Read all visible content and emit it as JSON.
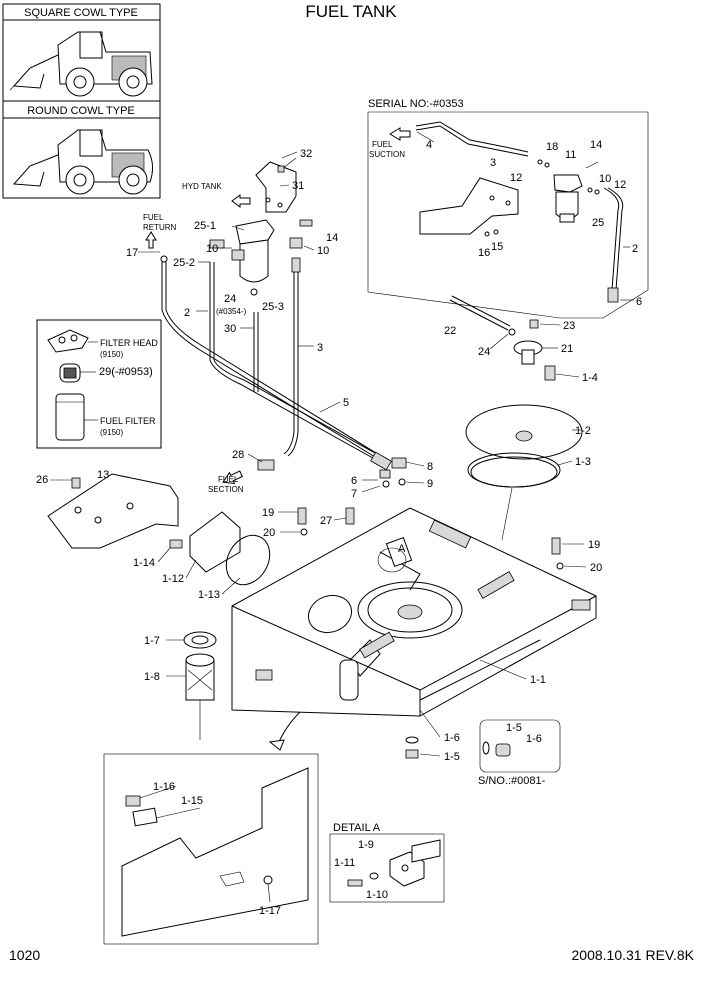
{
  "title": "FUEL TANK",
  "page_number": "1020",
  "revision": "2008.10.31  REV.8K",
  "cowl_types": {
    "square": "SQUARE COWL TYPE",
    "round": "ROUND COWL TYPE"
  },
  "serial_box": {
    "title": "SERIAL NO:-#0353",
    "fuel_suction_line1": "FUEL",
    "fuel_suction_line2": "SUCTION",
    "labels": [
      "4",
      "18",
      "11",
      "14",
      "3",
      "12",
      "10",
      "12",
      "25",
      "2",
      "15",
      "16",
      "6"
    ]
  },
  "hyd_tank": "HYD TANK",
  "fuel_return_line1": "FUEL",
  "fuel_return_line2": "RETURN",
  "fuel_section_line1": "FUEL",
  "fuel_section_line2": "SECTION",
  "serial_0354": "(#0354-)",
  "filter_box": {
    "filter_head": "FILTER HEAD",
    "filter_head_num": "(9150)",
    "item29": "29(-#0953)",
    "fuel_filter": "FUEL FILTER",
    "fuel_filter_num": "(9150)"
  },
  "detail_a": {
    "title": "DETAIL A",
    "labels": [
      "1-9",
      "1-11",
      "1-10"
    ]
  },
  "sno_box": {
    "labels": [
      "1-5",
      "1-6"
    ],
    "caption": "S/NO.:#0081-"
  },
  "detail_marker": "A",
  "part_labels": {
    "p32": "32",
    "p31": "31",
    "p14": "14",
    "p10a": "10",
    "p10b": "10",
    "p25_1": "25-1",
    "p25_2": "25-2",
    "p25_3": "25-3",
    "p24a": "24",
    "p17": "17",
    "p2": "2",
    "p30": "30",
    "p3": "3",
    "p5": "5",
    "p28": "28",
    "p6": "6",
    "p7": "7",
    "p8": "8",
    "p9": "9",
    "p22": "22",
    "p23": "23",
    "p24b": "24",
    "p21": "21",
    "p1_4": "1-4",
    "p1_2": "1-2",
    "p1_3": "1-3",
    "p26": "26",
    "p13": "13",
    "p19a": "19",
    "p20a": "20",
    "p27": "27",
    "p1_14": "1-14",
    "p1_12": "1-12",
    "p1_13": "1-13",
    "p19b": "19",
    "p20b": "20",
    "p1_7": "1-7",
    "p1_8": "1-8",
    "p1_1": "1-1",
    "p1_6": "1-6",
    "p1_5": "1-5",
    "p1_16": "1-16",
    "p1_15": "1-15",
    "p1_17": "1-17"
  }
}
